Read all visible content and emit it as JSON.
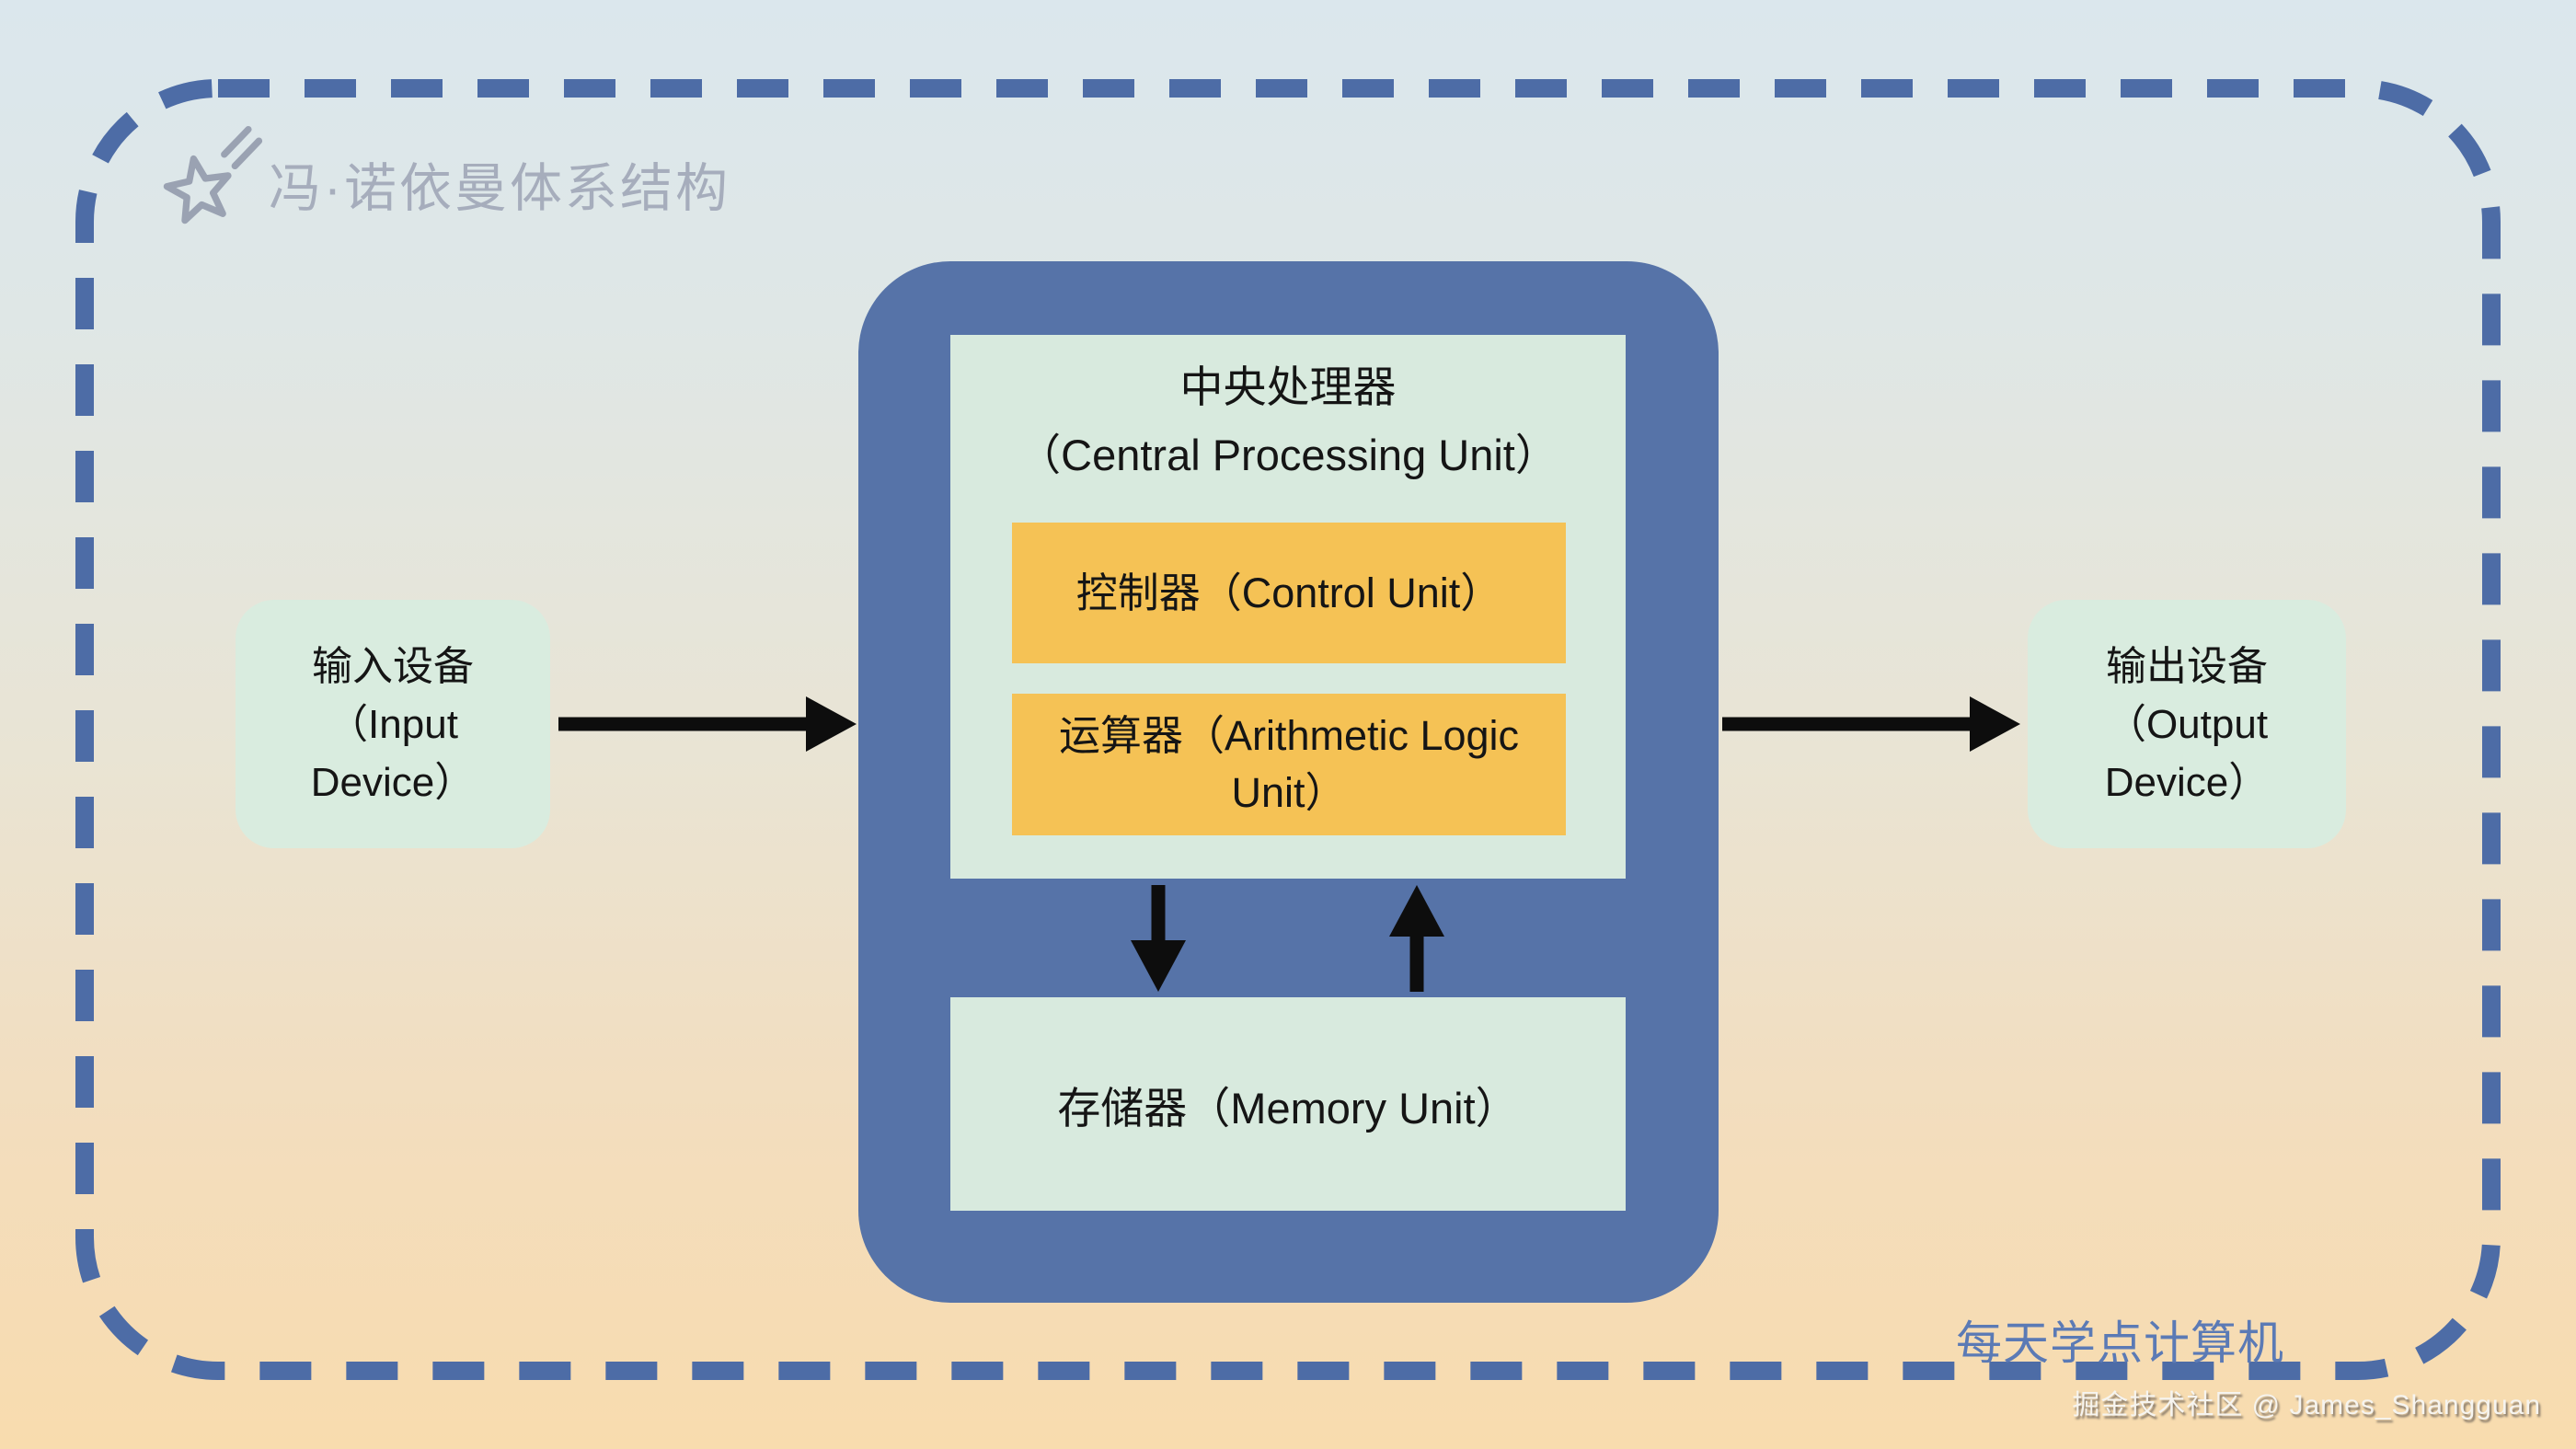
{
  "header": {
    "icon": "star-icon",
    "title": "冯·诺依曼体系结构",
    "title_color": "#a6adbc"
  },
  "diagram": {
    "input_device": {
      "lines": [
        "输入设备",
        "（Input",
        "Device）"
      ]
    },
    "output_device": {
      "lines": [
        "输出设备",
        "（Output",
        "Device）"
      ]
    },
    "cpu": {
      "title_lines": [
        "中央处理器",
        "（Central Processing Unit）"
      ],
      "control_unit_label": "控制器（Control Unit）",
      "alu_label": "运算器（Arithmetic Logic Unit）",
      "memory_label": "存储器（Memory Unit）"
    },
    "arrows": [
      "input-to-cpu-arrow-right-icon",
      "cpu-to-output-arrow-right-icon",
      "cpu-to-memory-arrow-down-icon",
      "memory-to-cpu-arrow-up-icon"
    ],
    "colors": {
      "cpu_container_blue": "#5673a8",
      "unit_box_green": "#d8eade",
      "highlight_orange": "#f5c255",
      "arrow_black": "#0d0d0d",
      "dashed_border_blue": "#4d6ca6",
      "star_icon_gray": "#9aa2b2",
      "background_top": "#dbe7ed",
      "background_bottom": "#f8dcae"
    }
  },
  "footer": {
    "slogan": "每天学点计算机",
    "slogan_color": "#5b7ab5",
    "watermark": "掘金技术社区 @ James_Shangguan"
  }
}
